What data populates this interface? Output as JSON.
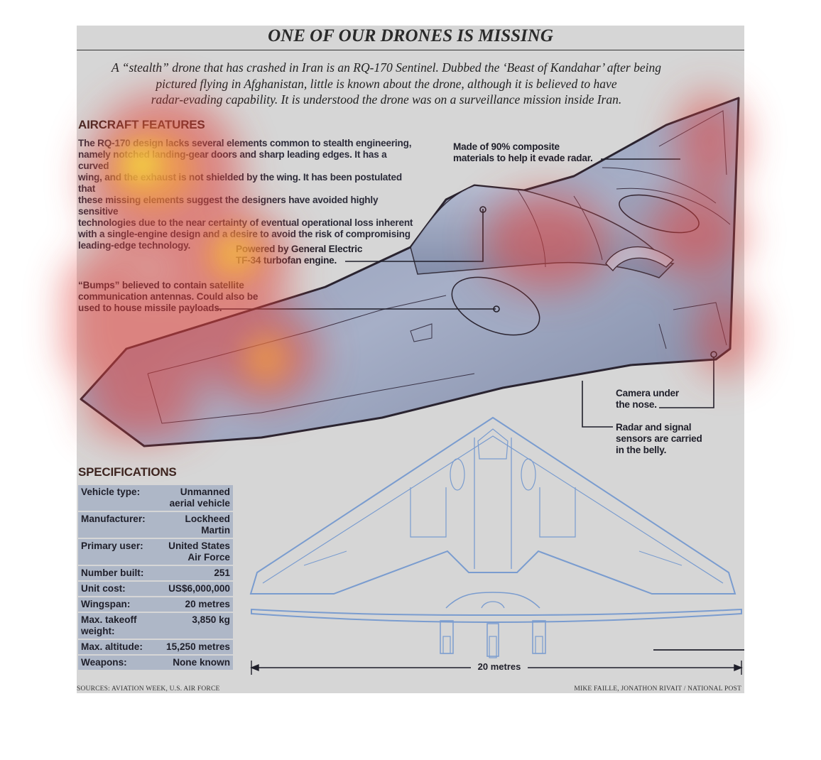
{
  "title": "ONE OF OUR DRONES IS MISSING",
  "intro": [
    "A “stealth” drone that has crashed in Iran is an RQ-170 Sentinel. Dubbed the ‘Beast of Kandahar’ after being",
    "pictured flying in Afghanistan, little is known about the drone, although it is believed to have",
    "radar-evading capability. It is understood the drone was on a surveillance mission inside Iran."
  ],
  "features": {
    "heading": "AIRCRAFT FEATURES",
    "lines": [
      "The RQ-170 design lacks several elements common to stealth engineering,",
      "namely notched landing-gear doors and sharp leading edges. It has a curved",
      "wing, and the exhaust is not shielded by the wing. It has been postulated that",
      "these missing elements suggest the designers have avoided highly sensitive",
      "technologies due to the near certainty of eventual operational loss inherent",
      "with a single-engine design and a desire to avoid the risk of compromising",
      "leading-edge technology."
    ]
  },
  "callouts": {
    "composite": [
      "Made of 90% composite",
      "materials to help it evade radar."
    ],
    "engine": [
      "Powered by General Electric",
      "TF-34 turbofan engine."
    ],
    "bumps": [
      "“Bumps” believed to contain satellite",
      "communication antennas. Could also be",
      "used to house missile payloads."
    ],
    "camera": [
      "Camera under",
      "the nose."
    ],
    "radar": [
      "Radar and signal",
      "sensors are carried",
      "in the belly."
    ]
  },
  "specs": {
    "heading": "SPECIFICATIONS",
    "rows": [
      {
        "label": "Vehicle type:",
        "value1": "Unmanned",
        "value2": "aerial vehicle"
      },
      {
        "label": "Manufacturer:",
        "value1": "Lockheed Martin",
        "value2": ""
      },
      {
        "label": "Primary user:",
        "value1": "United States",
        "value2": "Air Force"
      },
      {
        "label": "Number built:",
        "value1": "251",
        "value2": ""
      },
      {
        "label": "Unit cost:",
        "value1": "US$6,000,000",
        "value2": ""
      },
      {
        "label": "Wingspan:",
        "value1": "20 metres",
        "value2": ""
      },
      {
        "label": "Max. takeoff weight:",
        "value1": "3,850 kg",
        "value2": ""
      },
      {
        "label": "Max. altitude:",
        "value1": "15,250 metres",
        "value2": ""
      },
      {
        "label": "Weapons:",
        "value1": "None known",
        "value2": ""
      }
    ]
  },
  "dimension_label": "20 metres",
  "sources": "SOURCES: AVIATION WEEK, U.S. AIR FORCE",
  "credit": "MIKE FAILLE, JONATHON RIVAIT  / NATIONAL POST",
  "colors": {
    "panel": "#d6d6d6",
    "drone_body": "#7b86a4",
    "drone_outline": "#2a2430",
    "blueprint": "#7a9ccf",
    "spec_row": "#aeb7c7",
    "heat_red": "#e0403a",
    "heat_yellow": "#f5e83a"
  }
}
